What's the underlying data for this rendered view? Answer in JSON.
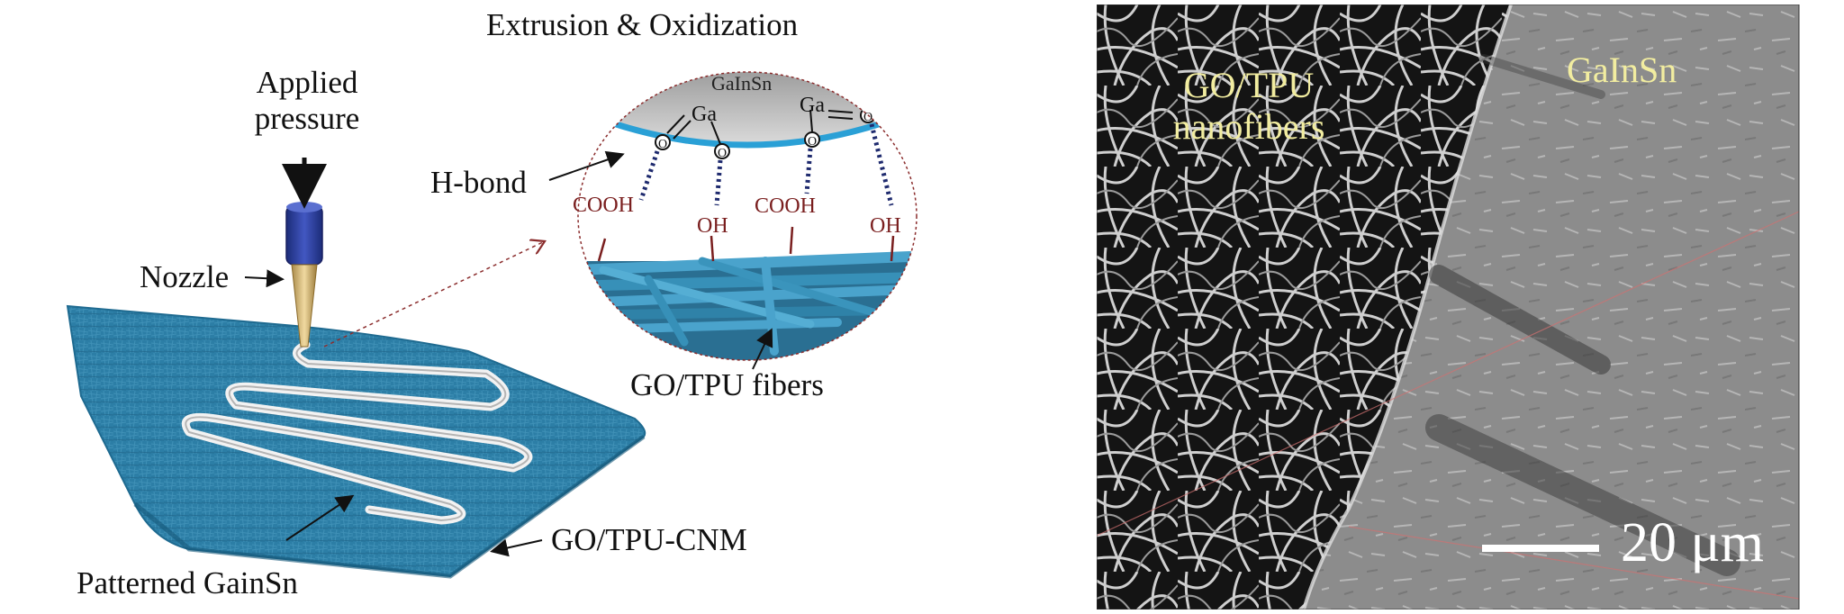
{
  "schematic": {
    "title": "Extrusion & Oxidization",
    "applied_pressure_line1": "Applied",
    "applied_pressure_line2": "pressure",
    "nozzle_label": "Nozzle",
    "hbond_label": "H-bond",
    "substrate_label": "GO/TPU-CNM",
    "pattern_label": "Patterned GainSn",
    "fibers_label": "GO/TPU fibers"
  },
  "inset": {
    "metal_label": "GaInSn",
    "ga_left": "Ga",
    "ga_right": "Ga",
    "o1": "O",
    "o2": "O",
    "o3": "O",
    "o4": "O",
    "cooh_left": "COOH",
    "oh_left": "OH",
    "cooh_right": "COOH",
    "oh_right": "OH"
  },
  "sem": {
    "fiber_label_line1": "GO/TPU",
    "fiber_label_line2": "nanofibers",
    "metal_label": "GaInSn",
    "scale_bar": "20 μm"
  },
  "colors": {
    "substrate": "#2c7ea6",
    "nozzle": "#2a3f9e",
    "metal": "#c9c9c9",
    "oxide_line": "#2aa0d6",
    "functional_group": "#7a1f1f",
    "hbond": "#1e2a6e",
    "sem_label": "#f2eda0"
  }
}
